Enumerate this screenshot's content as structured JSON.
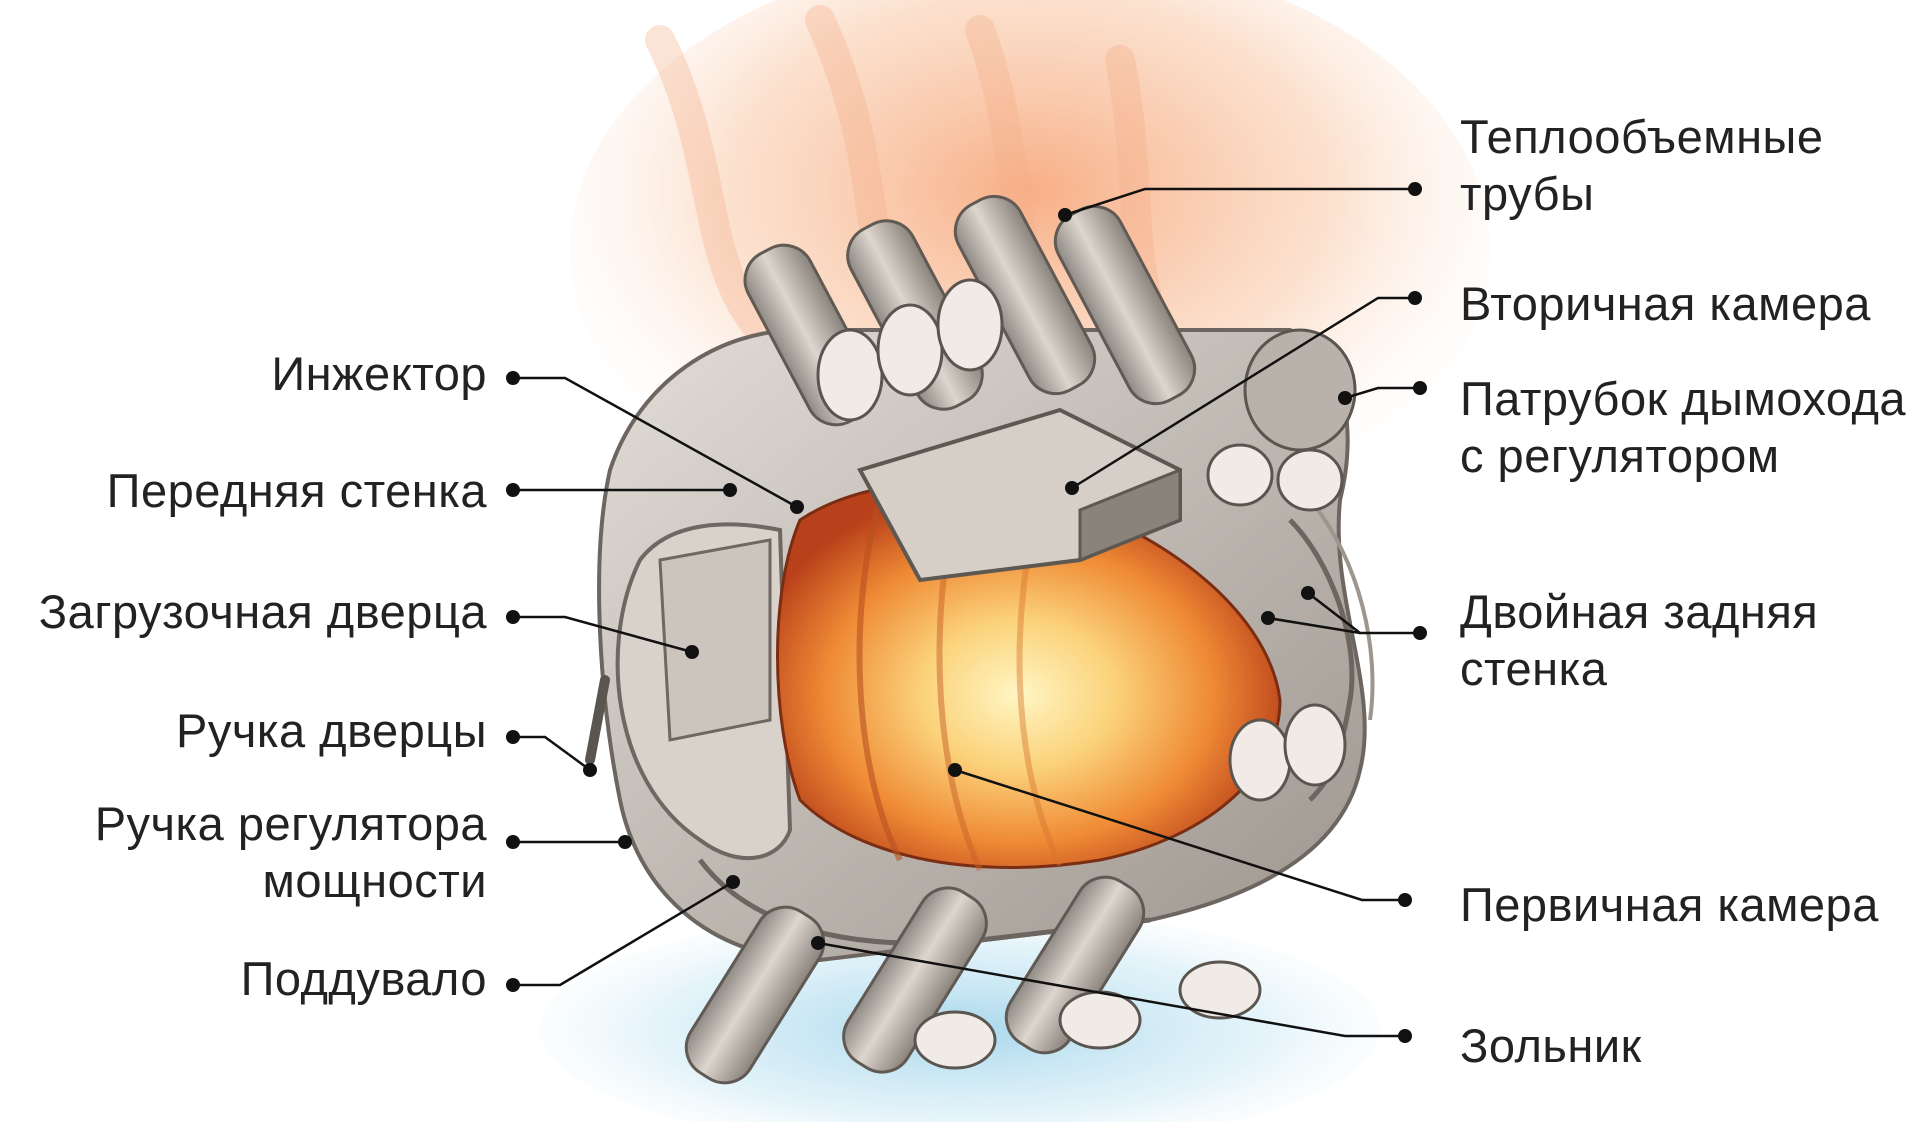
{
  "labels_left": {
    "injector": "Инжектор",
    "front_wall": "Передняя стенка",
    "loading_door": "Загрузочная дверца",
    "door_handle": "Ручка дверцы",
    "power_handle_line1": "Ручка регулятора",
    "power_handle_line2": "мощности",
    "blower": "Поддувало"
  },
  "labels_right": {
    "heat_pipes_line1": "Теплообъемные",
    "heat_pipes_line2": "трубы",
    "secondary_chamber": "Вторичная камера",
    "chimney_line1": "Патрубок дымохода",
    "chimney_line2": "с регулятором",
    "rear_wall_line1": "Двойная задняя",
    "rear_wall_line2": "стенка",
    "primary_chamber": "Первичная камера",
    "ash_box": "Зольник"
  },
  "colors": {
    "text": "#222222",
    "leader": "#111111",
    "flame_hot": "#f07a2a",
    "flame_core": "#fff2b0",
    "metal": "#c9c2ba",
    "metal_dark": "#7d7670",
    "ice": "#bfe3f2"
  }
}
